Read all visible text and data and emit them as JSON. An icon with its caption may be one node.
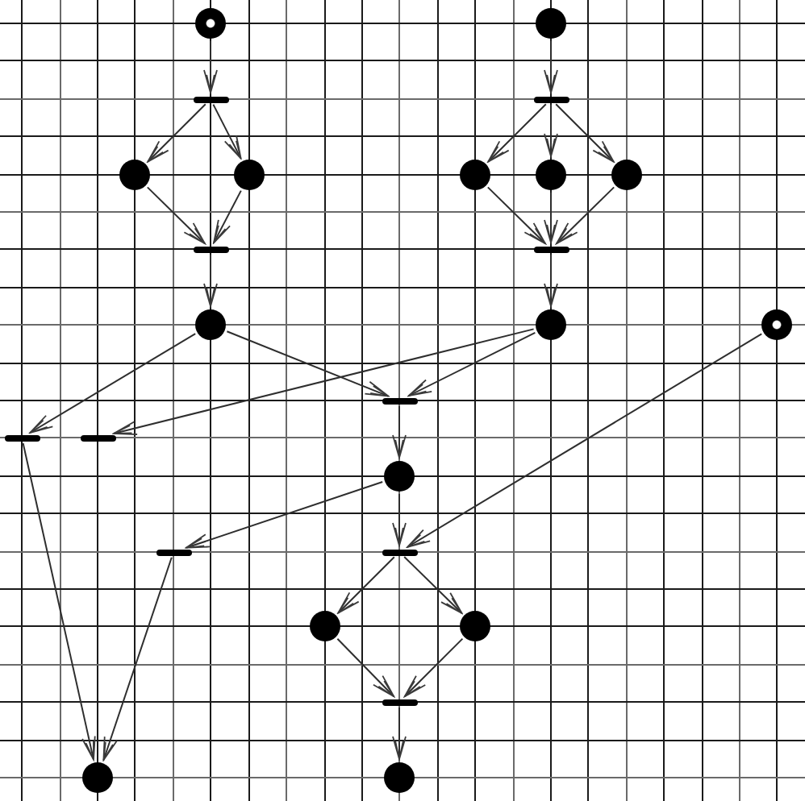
{
  "diagram": {
    "nodes": [
      {
        "text": [],
        "shape": "ring"
      },
      {
        "text": [],
        "shape": "circle"
      },
      {
        "text": [],
        "shape": "bar"
      },
      {
        "text": [],
        "shape": "bar"
      },
      {
        "text": [],
        "shape": "circle"
      },
      {
        "text": [],
        "shape": "circle"
      },
      {
        "text": [],
        "shape": "circle"
      },
      {
        "text": [],
        "shape": "circle"
      },
      {
        "text": [],
        "shape": "circle"
      },
      {
        "text": [],
        "shape": "bar"
      },
      {
        "text": [],
        "shape": "bar"
      },
      {
        "text": [],
        "shape": "circle"
      },
      {
        "text": [],
        "shape": "circle"
      },
      {
        "text": [],
        "shape": "ring"
      },
      {
        "text": [],
        "shape": "bar"
      },
      {
        "text": [],
        "shape": "bar"
      },
      {
        "text": [],
        "shape": "bar"
      },
      {
        "text": [],
        "shape": "circle"
      },
      {
        "text": [],
        "shape": "bar"
      },
      {
        "text": [],
        "shape": "bar"
      },
      {
        "text": [],
        "shape": "circle"
      },
      {
        "text": [],
        "shape": "circle"
      },
      {
        "text": [],
        "shape": "bar"
      },
      {
        "text": [],
        "shape": "circle"
      },
      {
        "text": [],
        "shape": "circle"
      }
    ],
    "edges": [
      {
        "from": 0,
        "to": 2,
        "arrow": "to"
      },
      {
        "from": 2,
        "to": 4,
        "arrow": "to"
      },
      {
        "from": 2,
        "to": 5,
        "arrow": "to"
      },
      {
        "from": 4,
        "to": 9,
        "arrow": "to"
      },
      {
        "from": 5,
        "to": 9,
        "arrow": "to"
      },
      {
        "from": 9,
        "to": 11,
        "arrow": "to"
      },
      {
        "from": 1,
        "to": 3,
        "arrow": "to"
      },
      {
        "from": 3,
        "to": 6,
        "arrow": "to"
      },
      {
        "from": 3,
        "to": 7,
        "arrow": "to"
      },
      {
        "from": 3,
        "to": 8,
        "arrow": "to"
      },
      {
        "from": 6,
        "to": 10,
        "arrow": "to"
      },
      {
        "from": 7,
        "to": 10,
        "arrow": "to"
      },
      {
        "from": 8,
        "to": 10,
        "arrow": "to"
      },
      {
        "from": 10,
        "to": 12,
        "arrow": "to"
      },
      {
        "from": 11,
        "to": 15,
        "arrow": "to"
      },
      {
        "from": 11,
        "to": 14,
        "arrow": "to"
      },
      {
        "from": 12,
        "to": 16,
        "arrow": "to"
      },
      {
        "from": 12,
        "to": 14,
        "arrow": "to"
      },
      {
        "from": 14,
        "to": 17,
        "arrow": "to"
      },
      {
        "from": 17,
        "to": 18,
        "arrow": "to"
      },
      {
        "from": 17,
        "to": 19,
        "arrow": "to"
      },
      {
        "from": 13,
        "to": 19,
        "arrow": "to"
      },
      {
        "from": 19,
        "to": 20,
        "arrow": "to"
      },
      {
        "from": 19,
        "to": 21,
        "arrow": "to"
      },
      {
        "from": 20,
        "to": 22,
        "arrow": "to"
      },
      {
        "from": 21,
        "to": 22,
        "arrow": "to"
      },
      {
        "from": 22,
        "to": 24,
        "arrow": "to"
      },
      {
        "from": 15,
        "to": 23,
        "arrow": "to"
      },
      {
        "from": 18,
        "to": 23,
        "arrow": "to"
      }
    ]
  }
}
